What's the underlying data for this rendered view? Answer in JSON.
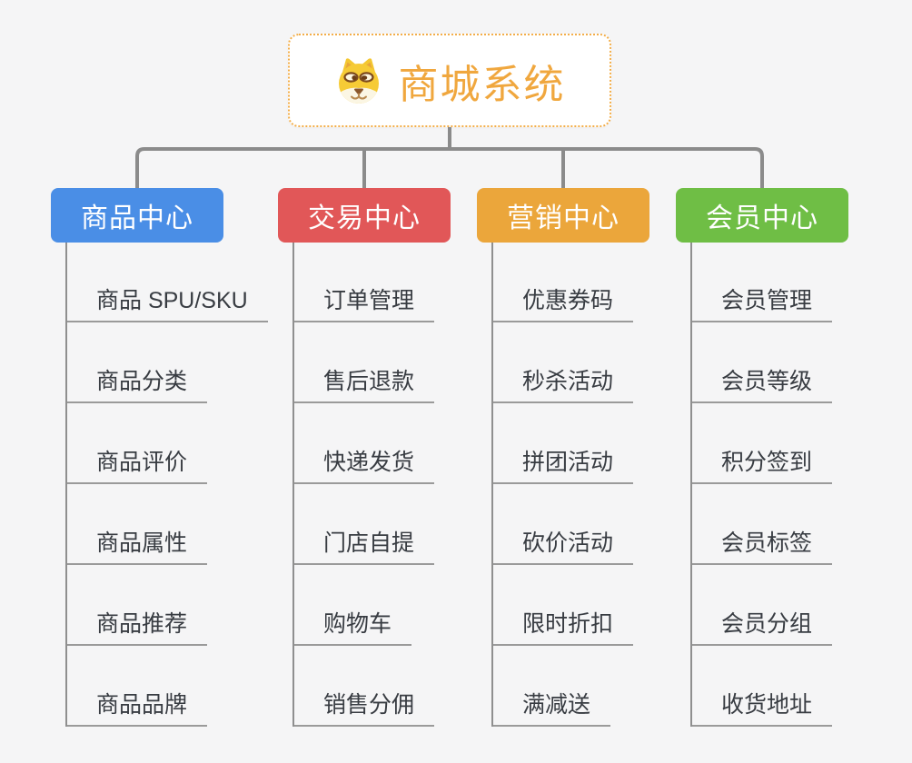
{
  "root": {
    "title": "商城系统",
    "icon": "doge-face-icon"
  },
  "branches": [
    {
      "label": "商品中心",
      "color": "#4a8ee6",
      "children": [
        "商品 SPU/SKU",
        "商品分类",
        "商品评价",
        "商品属性",
        "商品推荐",
        "商品品牌"
      ]
    },
    {
      "label": "交易中心",
      "color": "#e15758",
      "children": [
        "订单管理",
        "售后退款",
        "快递发货",
        "门店自提",
        "购物车",
        "销售分佣"
      ]
    },
    {
      "label": "营销中心",
      "color": "#eba63b",
      "children": [
        "优惠券码",
        "秒杀活动",
        "拼团活动",
        "砍价活动",
        "限时折扣",
        "满减送"
      ]
    },
    {
      "label": "会员中心",
      "color": "#6fbe45",
      "children": [
        "会员管理",
        "会员等级",
        "积分签到",
        "会员标签",
        "会员分组",
        "收货地址"
      ]
    }
  ],
  "colors": {
    "background": "#f5f5f6",
    "root_accent": "#f0a73e",
    "root_border": "#f3ae49",
    "connector": "#8b8b8b",
    "leaf_line": "#9a9a9a",
    "leaf_text": "#383c42"
  }
}
